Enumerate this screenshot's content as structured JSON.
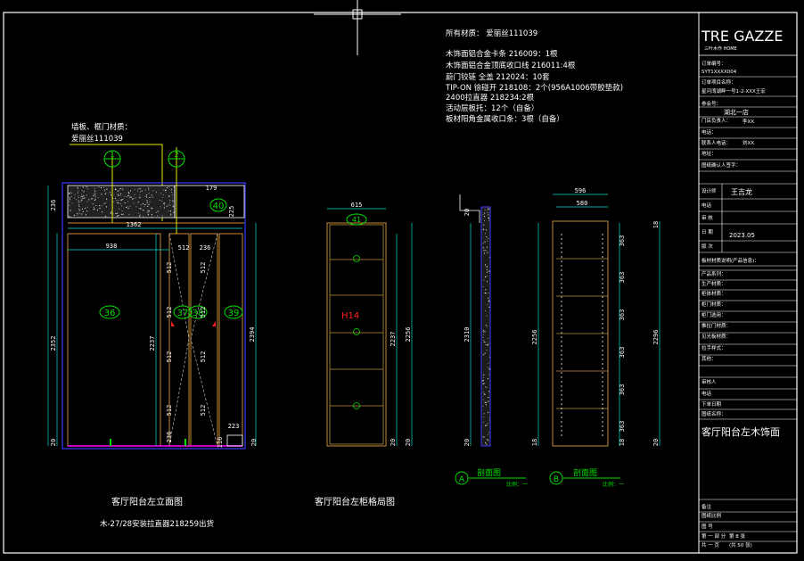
{
  "colors": {
    "bg": "#000000",
    "white": "#ffffff",
    "dim": "#00e0d0",
    "frame": "#3b3bff",
    "yellow": "#e6e600",
    "green": "#00e000",
    "red": "#ff2020",
    "wood": "#c08a3a",
    "magenta": "#ff00ff",
    "grey": "#b0b0b0"
  },
  "notes": {
    "material": "所有材质：  爱丽丝111039",
    "lines": [
      "木饰面铝合金卡条   216009：1根",
      "木饰面铝合金顶底收口线  216011:4根",
      "蔚门铰链  全盖 212024：10套",
      "TIP-ON  徐碰开 218108：2个(956A1006带胶垫款)",
      "2400拉直器 218234:2根",
      "活动层板托：12个（自备）",
      "板材阳角金属收口条：3根（自备）"
    ],
    "panel_material_title": "墙板、框门材质：",
    "panel_material_value": "爱丽丝111039"
  },
  "views": {
    "left_elevation_title": "客厅阳台左立面图",
    "left_elevation_note": "木-27/28安装拉直器218259出货",
    "cabinet_layout_title": "客厅阳台左柜格局图",
    "section_a_label": "A",
    "section_a_title": "剖面图",
    "section_a_scale": "比例：一",
    "section_b_label": "B",
    "section_b_title": "剖面图",
    "section_b_scale": "比例：一"
  },
  "elevation": {
    "dims": [
      "1362",
      "938",
      "2352",
      "2237",
      "2394",
      "236",
      "179",
      "223",
      "20",
      "20",
      "225",
      "116"
    ],
    "mid_dims": [
      "512",
      "512",
      "512",
      "512",
      "236",
      "512",
      "512",
      "512",
      "512",
      "512",
      "236"
    ],
    "bubbles": [
      "1",
      "2",
      "36",
      "37",
      "38",
      "39",
      "40"
    ]
  },
  "cabinet": {
    "width": "615",
    "height_a": "2237",
    "height_b": "2256",
    "marker": "H14",
    "bubble": "41",
    "small_dims": [
      "20",
      "20"
    ]
  },
  "section_a": {
    "height": "2310",
    "small_dims": [
      "20",
      "20"
    ]
  },
  "section_b": {
    "w1": "596",
    "w2": "580",
    "height_a": "2256",
    "height_b": "2296",
    "shelf_dims": [
      "363",
      "363",
      "363",
      "363",
      "363",
      "363"
    ],
    "small_dims": [
      "18",
      "18",
      "20",
      "18"
    ]
  },
  "title_block": {
    "logo": "TRE GAZZE",
    "logo_sub": "三叶木作 HOME",
    "order_no_label": "订单编号：",
    "order_no": "SYT1XXXX004",
    "order_project_label": "订单项目名称：",
    "order_project": "星河湾湖畔一号1-2-XXX王宏",
    "group_label": "参会号：",
    "group_value": "湖北一店",
    "store_label": "门店负责人：",
    "store_value": "李XX",
    "phone_label": "电话：",
    "contact_label": "联系人电话：",
    "contact_value": "刘XX",
    "address_label": "地址：",
    "confirm_label": "图纸确认人签字：",
    "designer_label": "设计师",
    "designer_value": "王吉龙",
    "phone2_label": "电话",
    "audit_label": "审 核",
    "date_label": "日 期",
    "date_value": "2023.05",
    "version_label": "版 次",
    "material_header": "板材材质说明(产品信息)：",
    "fields": [
      "产品系列：",
      "生产材质：",
      "柜体材质：",
      "柜门材质：",
      "柜门选用：",
      "推拉门材质：",
      "见光板材质：",
      "拉手样式：",
      "其他："
    ],
    "reviewer_label": "审核人",
    "phone3_label": "电话",
    "order_date_label": "下单日期",
    "drawing_name_label": "图纸名称：",
    "drawing_name": "客厅阳台左木饰面",
    "remark_label": "备注",
    "scale_label": "图纸比例",
    "pic_no_label": "图 号",
    "page_label": "第 8 张",
    "total_label": "(共 50 张)",
    "bottom1": "第 一 部 分",
    "bottom2": "共 一 页"
  }
}
